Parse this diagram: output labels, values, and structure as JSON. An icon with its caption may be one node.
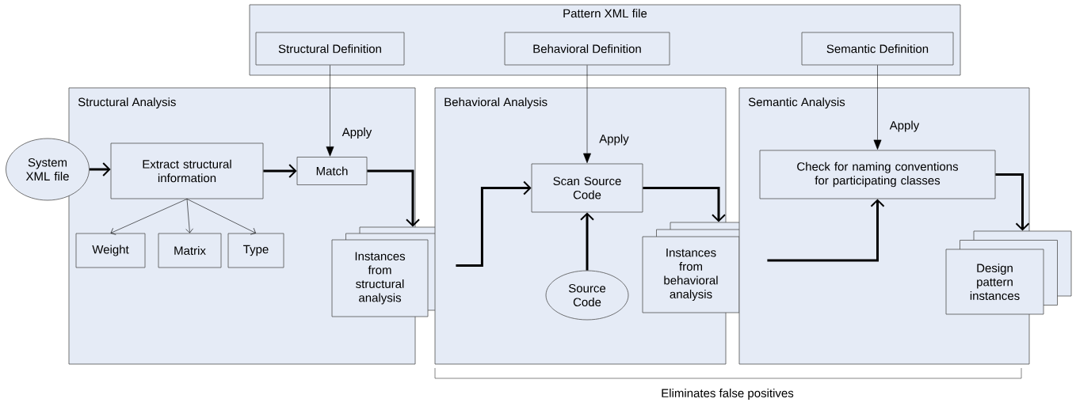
{
  "diagram": {
    "nodes": [
      {
        "text": [
          "Pattern XML file"
        ]
      },
      {
        "text": [
          "Structural Definition"
        ],
        "in": 0
      },
      {
        "text": [
          "Behavioral Definition"
        ],
        "in": 0
      },
      {
        "text": [
          "Semantic Definition"
        ],
        "in": 0
      },
      {
        "text": [
          "Structural Analysis"
        ]
      },
      {
        "text": [
          "System XML file"
        ]
      },
      {
        "text": [
          "Extract structural information"
        ],
        "in": 4
      },
      {
        "text": [
          "Match"
        ],
        "in": 4
      },
      {
        "text": [
          "Weight"
        ],
        "in": 4
      },
      {
        "text": [
          "Matrix"
        ],
        "in": 4
      },
      {
        "text": [
          "Type"
        ],
        "in": 4
      },
      {
        "text": [
          "Instances from structural analysis"
        ]
      },
      {
        "text": [
          "Behavioral Analysis"
        ]
      },
      {
        "text": [
          "Scan Source Code"
        ],
        "in": 12
      },
      {
        "text": [
          "Source Code"
        ],
        "in": 12
      },
      {
        "text": [
          "Instances from behavioral analysis"
        ]
      },
      {
        "text": [
          "Semantic Analysis"
        ]
      },
      {
        "text": [
          "Check for naming conventions for participating classes"
        ],
        "in": 16
      },
      {
        "text": [
          "Design pattern instances"
        ]
      }
    ],
    "edges": [
      {
        "from": 5,
        "to": 6,
        "arrow": "to"
      },
      {
        "from": 6,
        "to": 8,
        "arrow": "to"
      },
      {
        "from": 6,
        "to": 9,
        "arrow": "to"
      },
      {
        "from": 6,
        "to": 10,
        "arrow": "to"
      },
      {
        "from": 1,
        "to": 7,
        "arrow": "to",
        "label": "Apply"
      },
      {
        "from": 6,
        "to": 7,
        "arrow": "to"
      },
      {
        "from": 7,
        "to": 11,
        "arrow": "to"
      },
      {
        "from": 11,
        "to": 13,
        "arrow": "to"
      },
      {
        "from": 2,
        "to": 13,
        "arrow": "to",
        "label": "Apply"
      },
      {
        "from": 14,
        "to": 13,
        "arrow": "to"
      },
      {
        "from": 13,
        "to": 15,
        "arrow": "to"
      },
      {
        "from": 15,
        "to": 17,
        "arrow": "to"
      },
      {
        "from": 3,
        "to": 17,
        "arrow": "to",
        "label": "Apply"
      },
      {
        "from": 17,
        "to": 18,
        "arrow": "to"
      }
    ],
    "labels": [
      "Eliminates false positives"
    ]
  }
}
